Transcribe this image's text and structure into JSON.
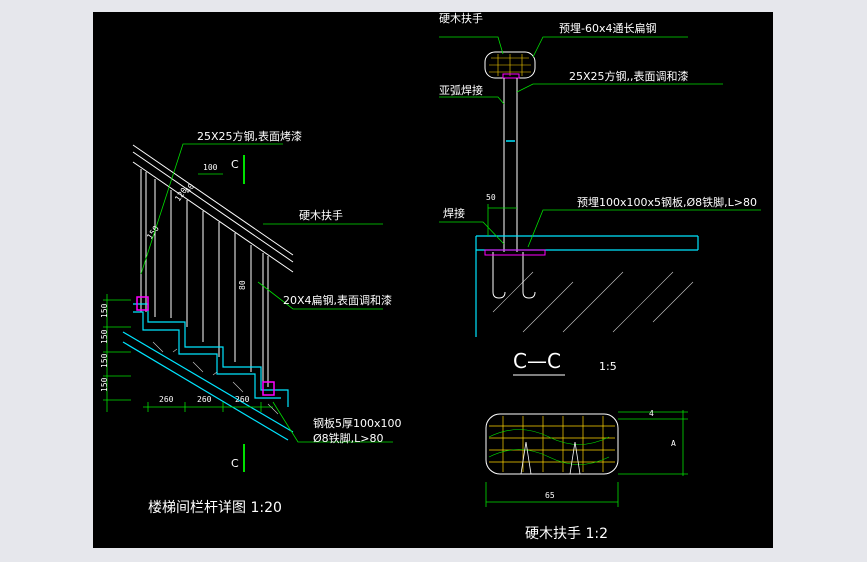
{
  "colors": {
    "background": "#000000",
    "frame": "#e6e7ec",
    "text": "#ffffff",
    "structure": "#00e5ff",
    "railing": "#ffffff",
    "leader": "#00e000",
    "magenta": "#ff00ff",
    "yellow": "#ffd400",
    "hatch": "#c8c8c8"
  },
  "left_detail": {
    "title": "楼梯间栏杆详图 1:20",
    "labels": {
      "square_steel": "25X25方钢,表面烤漆",
      "wood_handrail": "硬木扶手",
      "flat_steel": "20X4扁钢,表面调和漆",
      "plate_line1": "钢板5厚100x100",
      "plate_line2": "Ø8铁脚,L>80"
    },
    "section_mark": "C",
    "dims": {
      "top_100": "100",
      "d120": "120",
      "d40": "40",
      "d150": "150",
      "d80": "80",
      "step_150": "150",
      "tread_260a": "260",
      "tread_260b": "260",
      "tread_260c": "260"
    }
  },
  "section_cc": {
    "title": "C—C",
    "scale": "1:5",
    "labels": {
      "wood_handrail": "硬木扶手",
      "embedded_flat": "预埋-60x4通长扁钢",
      "square_steel": "25X25方钢,,表面调和漆",
      "arc_weld": "亚弧焊接",
      "embedded_plate": "预埋100x100x5钢板,Ø8铁脚,L>80",
      "weld": "焊接"
    },
    "dims": {
      "d50": "50"
    }
  },
  "handrail_detail": {
    "title": "硬木扶手 1:2",
    "dims": {
      "width": "65",
      "height": "A",
      "small": "4"
    }
  }
}
